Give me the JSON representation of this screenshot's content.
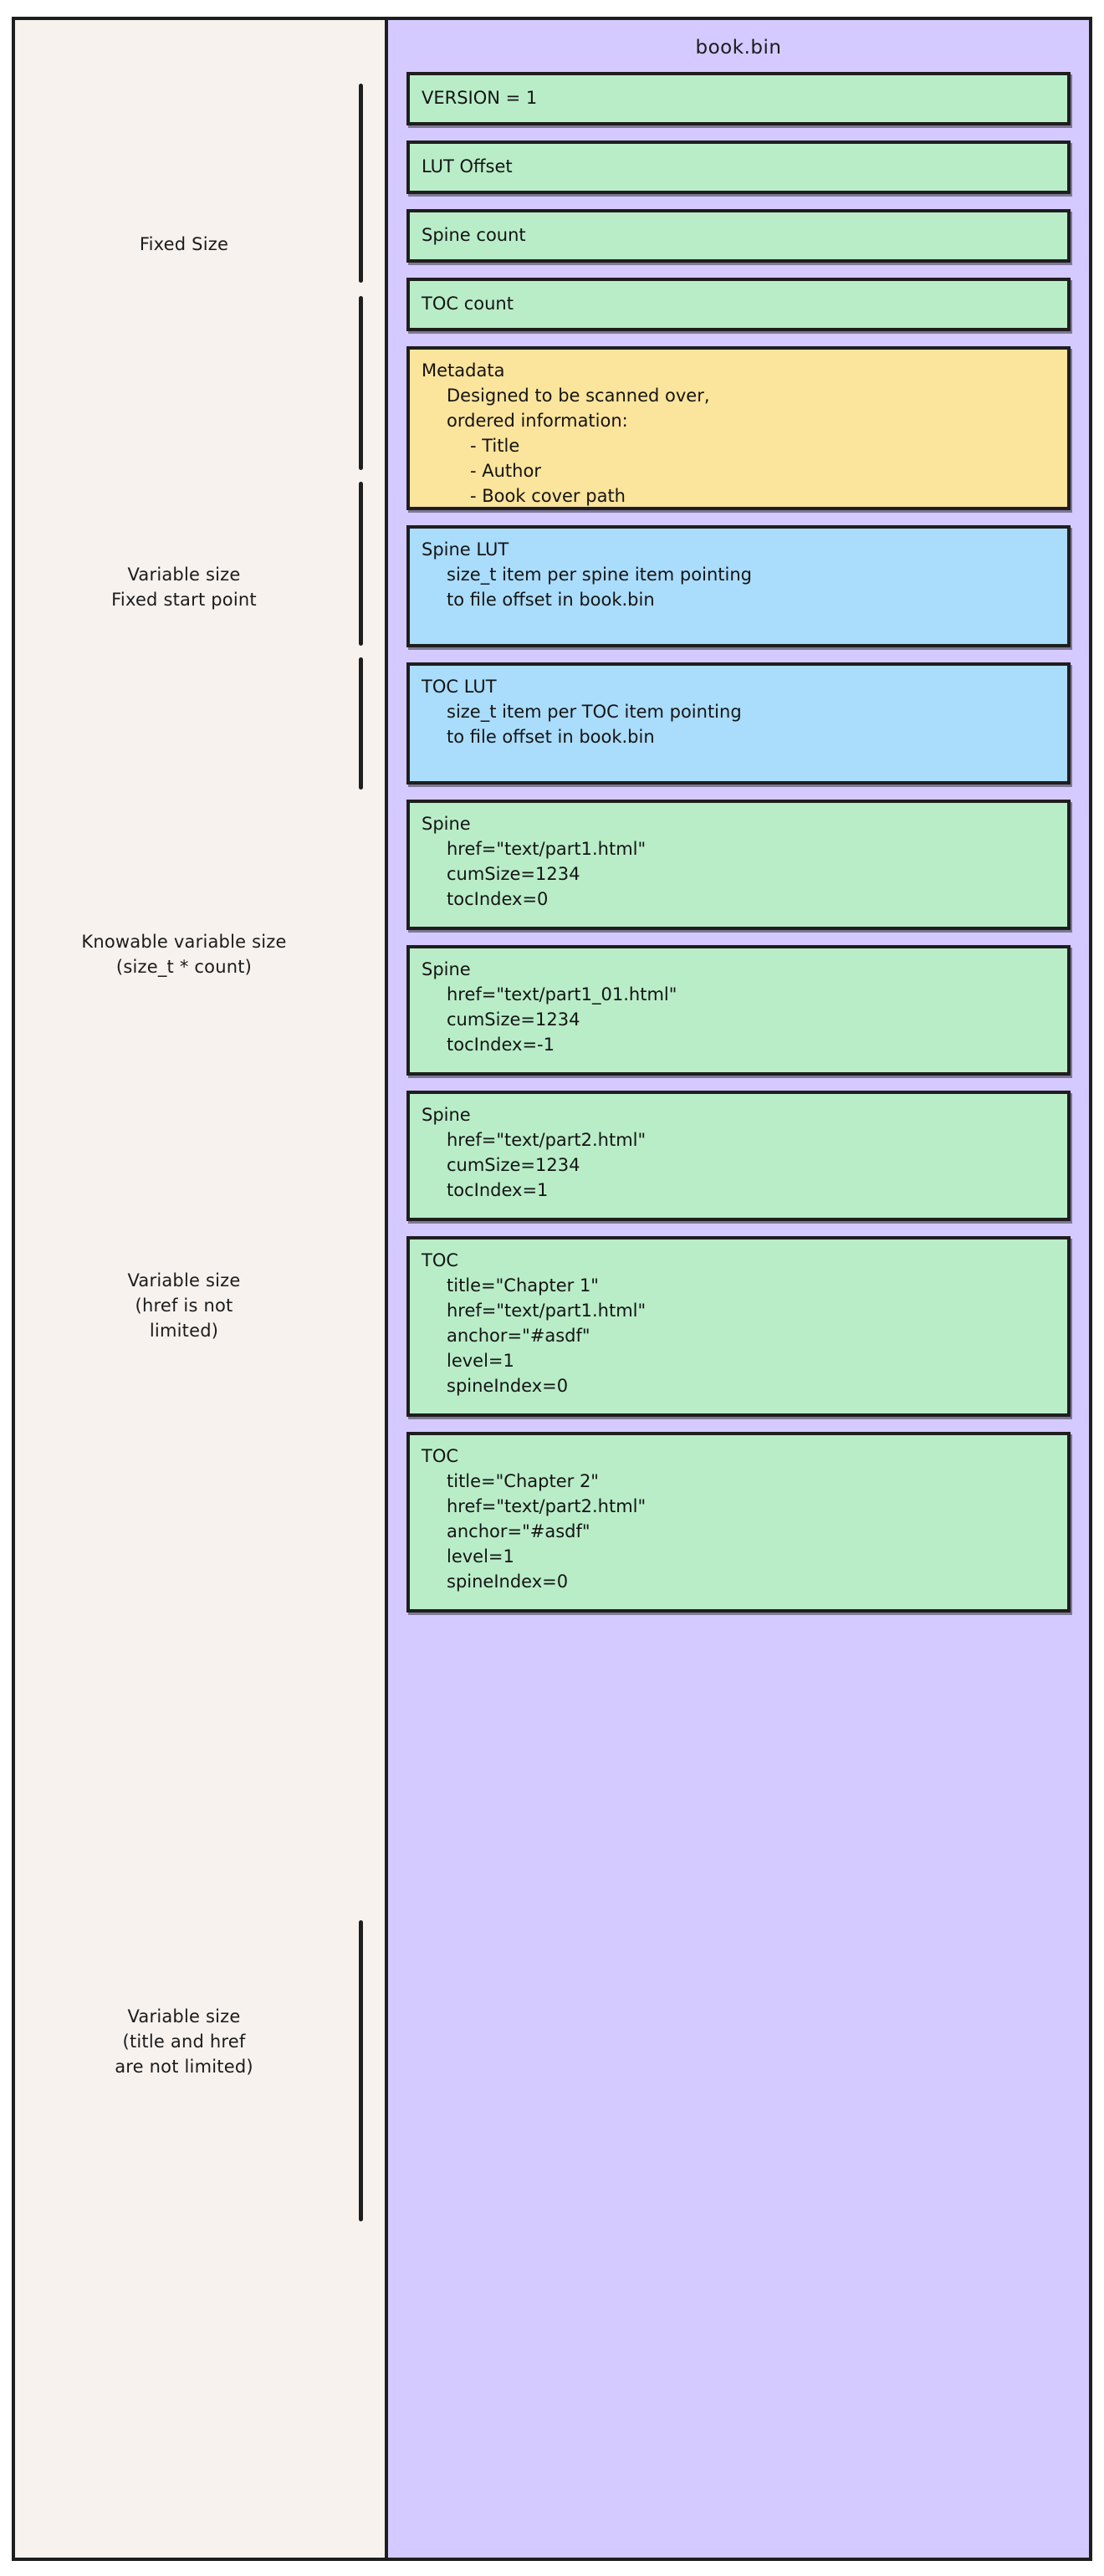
{
  "file": {
    "title": "book.bin"
  },
  "colors": {
    "panel_background": "#d5caff",
    "annotation_background": "#f7f2ee",
    "green": "#b9edc8",
    "yellow": "#fbe49b",
    "blue": "#aadcfb",
    "stroke": "#1e1e1e"
  },
  "annotations": [
    {
      "lines": [
        "Fixed Size"
      ]
    },
    {
      "lines": [
        "Variable size",
        "Fixed start point"
      ]
    },
    {
      "lines": [
        "Knowable variable size",
        "(size_t * count)"
      ]
    },
    {
      "lines": [
        "Variable size",
        "(href is not",
        "limited)"
      ]
    },
    {
      "lines": [
        "Variable size",
        "(title and href",
        "are not limited)"
      ]
    }
  ],
  "records": [
    {
      "name": "version",
      "color": "green",
      "lines": [
        {
          "text": "VERSION = 1",
          "indent": 0
        }
      ]
    },
    {
      "name": "lut-offset",
      "color": "green",
      "lines": [
        {
          "text": "LUT Offset",
          "indent": 0
        }
      ]
    },
    {
      "name": "spine-count",
      "color": "green",
      "lines": [
        {
          "text": "Spine count",
          "indent": 0
        }
      ]
    },
    {
      "name": "toc-count",
      "color": "green",
      "lines": [
        {
          "text": "TOC count",
          "indent": 0
        }
      ]
    },
    {
      "name": "metadata",
      "color": "yellow",
      "lines": [
        {
          "text": "Metadata",
          "indent": 0
        },
        {
          "text": "Designed to be scanned over,",
          "indent": 1
        },
        {
          "text": "ordered information:",
          "indent": 1
        },
        {
          "text": "- Title",
          "indent": 2
        },
        {
          "text": "- Author",
          "indent": 2
        },
        {
          "text": "- Book cover path",
          "indent": 2
        }
      ]
    },
    {
      "name": "spine-lut",
      "color": "blue",
      "lines": [
        {
          "text": "Spine LUT",
          "indent": 0
        },
        {
          "text": "size_t item per spine item pointing",
          "indent": 1
        },
        {
          "text": "to file offset in book.bin",
          "indent": 1
        }
      ]
    },
    {
      "name": "toc-lut",
      "color": "blue",
      "lines": [
        {
          "text": "TOC LUT",
          "indent": 0
        },
        {
          "text": "size_t item per TOC item pointing",
          "indent": 1
        },
        {
          "text": "to file offset in book.bin",
          "indent": 1
        }
      ]
    },
    {
      "name": "spine-1",
      "color": "green",
      "lines": [
        {
          "text": "Spine",
          "indent": 0
        },
        {
          "text": "href=\"text/part1.html\"",
          "indent": 1
        },
        {
          "text": "cumSize=1234",
          "indent": 1
        },
        {
          "text": "tocIndex=0",
          "indent": 1
        }
      ]
    },
    {
      "name": "spine-2",
      "color": "green",
      "lines": [
        {
          "text": "Spine",
          "indent": 0
        },
        {
          "text": "href=\"text/part1_01.html\"",
          "indent": 1
        },
        {
          "text": "cumSize=1234",
          "indent": 1
        },
        {
          "text": "tocIndex=-1",
          "indent": 1
        }
      ]
    },
    {
      "name": "spine-3",
      "color": "green",
      "lines": [
        {
          "text": "Spine",
          "indent": 0
        },
        {
          "text": "href=\"text/part2.html\"",
          "indent": 1
        },
        {
          "text": "cumSize=1234",
          "indent": 1
        },
        {
          "text": "tocIndex=1",
          "indent": 1
        }
      ]
    },
    {
      "name": "toc-1",
      "color": "green",
      "lines": [
        {
          "text": "TOC",
          "indent": 0
        },
        {
          "text": "title=\"Chapter 1\"",
          "indent": 1
        },
        {
          "text": "href=\"text/part1.html\"",
          "indent": 1
        },
        {
          "text": "anchor=\"#asdf\"",
          "indent": 1
        },
        {
          "text": "level=1",
          "indent": 1
        },
        {
          "text": "spineIndex=0",
          "indent": 1
        }
      ]
    },
    {
      "name": "toc-2",
      "color": "green",
      "lines": [
        {
          "text": "TOC",
          "indent": 0
        },
        {
          "text": "title=\"Chapter 2\"",
          "indent": 1
        },
        {
          "text": "href=\"text/part2.html\"",
          "indent": 1
        },
        {
          "text": "anchor=\"#asdf\"",
          "indent": 1
        },
        {
          "text": "level=1",
          "indent": 1
        },
        {
          "text": "spineIndex=0",
          "indent": 1
        }
      ]
    }
  ]
}
